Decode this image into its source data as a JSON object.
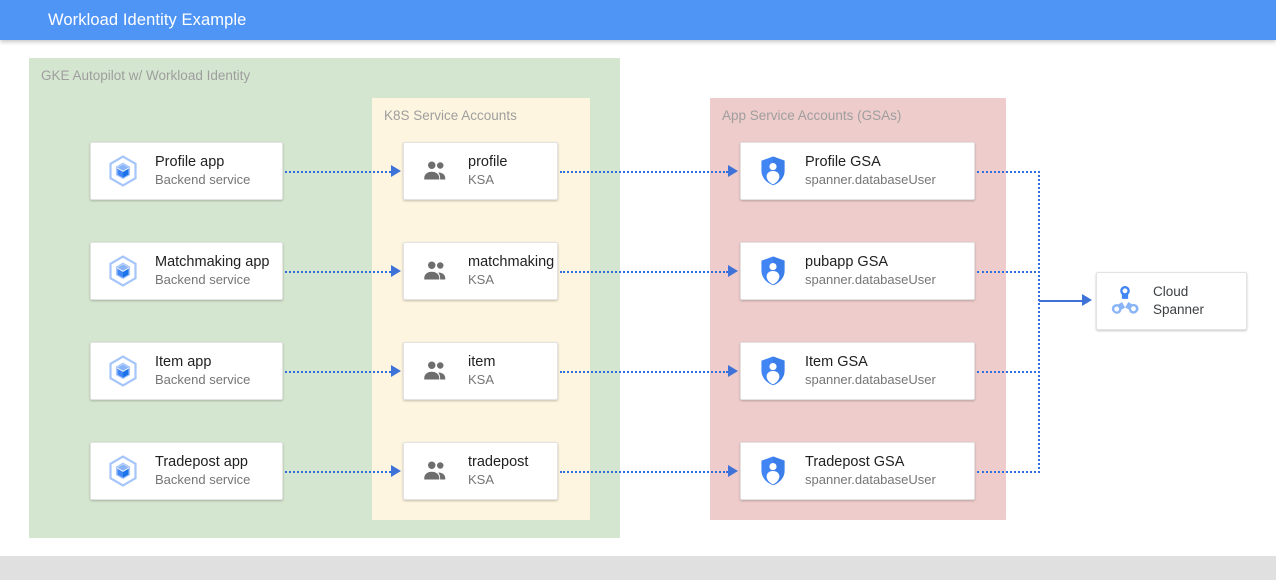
{
  "window": {
    "title": "Workload Identity Example",
    "header_color": "#4f95f5"
  },
  "groups": {
    "gke": {
      "label": "GKE Autopilot w/ Workload Identity",
      "color": "#d5e6d0"
    },
    "ksa": {
      "label": "K8S Service Accounts",
      "color": "#fdf5df"
    },
    "gsa": {
      "label": "App Service Accounts (GSAs)",
      "color": "#eecccb"
    }
  },
  "columns": {
    "apps": [
      {
        "title": "Profile app",
        "subtitle": "Backend service",
        "icon": "gke-pod-icon"
      },
      {
        "title": "Matchmaking app",
        "subtitle": "Backend service",
        "icon": "gke-pod-icon"
      },
      {
        "title": "Item app",
        "subtitle": "Backend service",
        "icon": "gke-pod-icon"
      },
      {
        "title": "Tradepost app",
        "subtitle": "Backend service",
        "icon": "gke-pod-icon"
      }
    ],
    "ksas": [
      {
        "title": "profile",
        "subtitle": "KSA",
        "icon": "people-group-icon"
      },
      {
        "title": "matchmaking",
        "subtitle": "KSA",
        "icon": "people-group-icon"
      },
      {
        "title": "item",
        "subtitle": "KSA",
        "icon": "people-group-icon"
      },
      {
        "title": "tradepost",
        "subtitle": "KSA",
        "icon": "people-group-icon"
      }
    ],
    "gsas": [
      {
        "title": "Profile GSA",
        "subtitle": "spanner.databaseUser",
        "icon": "shield-person-icon"
      },
      {
        "title": "pubapp GSA",
        "subtitle": "spanner.databaseUser",
        "icon": "shield-person-icon"
      },
      {
        "title": "Item GSA",
        "subtitle": "spanner.databaseUser",
        "icon": "shield-person-icon"
      },
      {
        "title": "Tradepost GSA",
        "subtitle": "spanner.databaseUser",
        "icon": "shield-person-icon"
      }
    ]
  },
  "database": {
    "line1": "Cloud",
    "line2": "Spanner",
    "icon": "cloud-spanner-icon"
  },
  "colors": {
    "accent_blue": "#4f95f5",
    "connector_dotted": "#2f6fe0",
    "connector_solid": "#3f72d6",
    "icon_blue_dark": "#4285f4",
    "icon_blue_light": "#a6c5fa",
    "icon_gray": "#6e6e6e",
    "card_bg": "#ffffff",
    "bottom_strip": "#e0e0e0"
  }
}
